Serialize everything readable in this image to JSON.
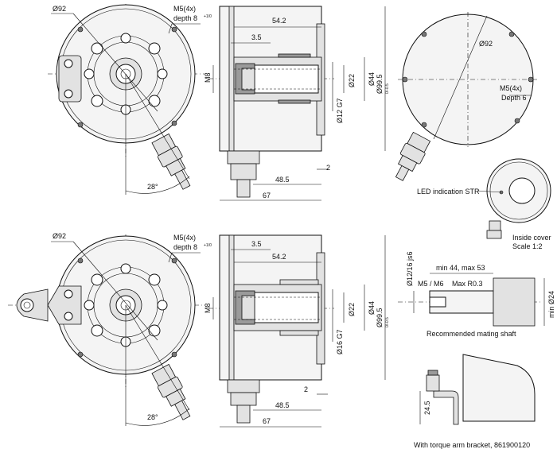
{
  "top_front": {
    "bolt_circle": "Ø92",
    "thread": "M5(4x)",
    "depth": "depth 8",
    "depth_tol": "+1/0",
    "angle": "28°"
  },
  "top_side": {
    "dim_54_2": "54.2",
    "dim_3_5": "3.5",
    "dim_m8": "M8",
    "dim_d22": "Ø22",
    "dim_d44": "Ø44",
    "dim_d99_5": "Ø99.5",
    "dim_d99_5_tol": "0/-0.5",
    "dim_d12": "Ø12 G7",
    "dim_2": "2",
    "dim_48_5": "48.5",
    "dim_67": "67"
  },
  "rear": {
    "bolt_circle": "Ø92",
    "thread": "M5(4x)",
    "depth": "Depth 6"
  },
  "inside_cover": {
    "led_label": "LED indication STR",
    "caption_line1": "Inside cover",
    "caption_line2": "Scale 1:2"
  },
  "bottom_front": {
    "bolt_circle": "Ø92",
    "thread": "M5(4x)",
    "depth": "depth 8",
    "depth_tol": "+1/0",
    "angle": "28°"
  },
  "bottom_side": {
    "dim_3_5": "3.5",
    "dim_54_2": "54.2",
    "dim_m8": "M8",
    "dim_d22": "Ø22",
    "dim_d44": "Ø44",
    "dim_d99_5": "Ø99.5",
    "dim_d99_5_tol": "0/-0.5",
    "dim_d16": "Ø16 G7",
    "dim_2": "2",
    "dim_48_5": "48.5",
    "dim_67": "67"
  },
  "mating_shaft": {
    "dim_js6": "Ø12/16 js6",
    "dim_min44": "min 44, max 53",
    "thread": "M5 / M6",
    "radius": "Max R0.3",
    "dim_min24": "min Ø24",
    "caption": "Recommended mating shaft"
  },
  "torque_arm": {
    "dim_24_5": "24.5",
    "caption": "With torque arm bracket, 861900120"
  }
}
